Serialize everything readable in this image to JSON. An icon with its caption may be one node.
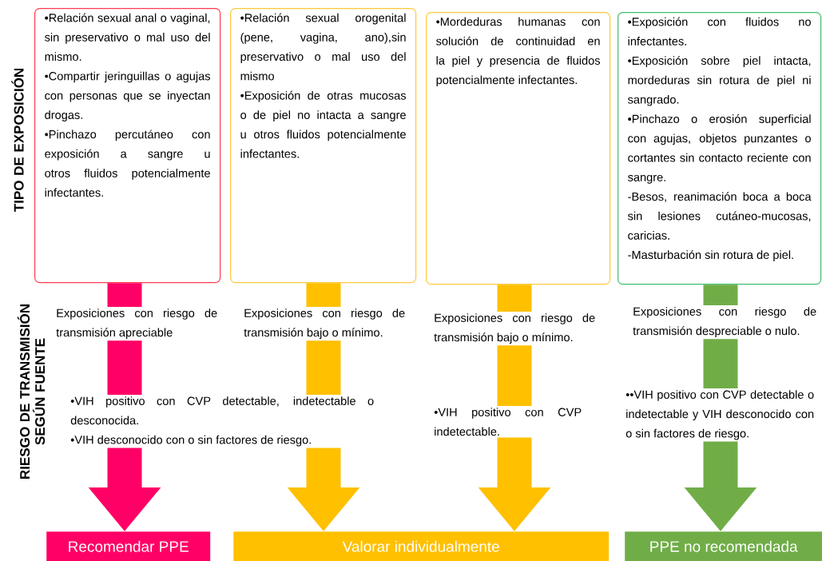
{
  "diagram": {
    "nodes": [
      {
        "text": [
          "•Relación sexual anal o vaginal, sin preservativo o mal uso del mismo.",
          "•Compartir jeringuillas o agujas con personas que se inyectan drogas.",
          "•Pinchazo percutáneo con exposición a sangre u otros fluidos potencialmente infectantes."
        ]
      },
      {
        "text": [
          "•Relación sexual orogenital (pene, vagina, ano),sin preservativo o mal uso del mismo",
          "•Exposición de otras mucosas o de piel no intacta a sangre u otros fluidos potencialmente infectantes."
        ]
      },
      {
        "text": [
          "•Mordeduras humanas con solución de continuidad en la piel y presencia de fluidos potencialmente infectantes."
        ]
      },
      {
        "text": [
          "•Exposición con fluidos no infectantes.",
          "•Exposición sobre piel intacta, mordeduras sin rotura de piel ni sangrado.",
          "•Pinchazo o erosión superficial con agujas, objetos punzantes o cortantes sin contacto reciente con sangre.",
          "-Besos, reanimación boca a boca sin lesiones cutáneo-mucosas, caricias.",
          "-Masturbación sin rotura de piel."
        ]
      },
      {
        "text": [
          "Exposiciones con riesgo de transmisión apreciable"
        ]
      },
      {
        "text": [
          "Exposiciones con riesgo de transmisión bajo o mínimo."
        ]
      },
      {
        "text": [
          "Exposiciones con riesgo de transmisión bajo o mínimo."
        ]
      },
      {
        "text": [
          "Exposiciones con riesgo de transmisión despreciable o nulo."
        ]
      },
      {
        "text": [
          "•VIH positivo con CVP detectable, indetectable o desconocida.",
          "•VIH desconocido con o sin factores de riesgo."
        ]
      },
      {
        "text": [
          "•VIH positivo con CVP indetectable."
        ]
      },
      {
        "text": [
          "••VIH positivo con CVP detectable o indetectable y VIH desconocido con o sin factores de riesgo."
        ]
      },
      {
        "text": [
          "Recomendar PPE"
        ]
      },
      {
        "text": [
          "Valorar individualmente"
        ]
      },
      {
        "text": [
          "PPE no recomendada"
        ]
      }
    ],
    "edges": [
      {
        "from": 0,
        "to": 4,
        "arrow": "none",
        "color": "#ff0066"
      },
      {
        "from": 1,
        "to": 5,
        "arrow": "none"
      },
      {
        "from": 2,
        "to": 6,
        "arrow": "none"
      },
      {
        "from": 3,
        "to": 7,
        "arrow": "none",
        "color": "#70ad47"
      },
      {
        "from": 4,
        "to": 8,
        "arrow": "none",
        "color": "#ff0066"
      },
      {
        "from": 5,
        "to": 8,
        "arrow": "none"
      },
      {
        "from": 6,
        "to": 9,
        "arrow": "none"
      },
      {
        "from": 7,
        "to": 10,
        "arrow": "none",
        "color": "#70ad47"
      },
      {
        "from": 8,
        "to": 11,
        "arrow": "to",
        "color": "#ff0066"
      },
      {
        "from": 8,
        "to": 12,
        "arrow": "to"
      },
      {
        "from": 9,
        "to": 12,
        "arrow": "to"
      },
      {
        "from": 10,
        "to": 13,
        "arrow": "to",
        "color": "#70ad47"
      }
    ],
    "labels": [
      "TIPO DE EXPOSICIÓN",
      "RIESGO DE TRANSMISIÓN SEGÚN FUENTE"
    ]
  }
}
